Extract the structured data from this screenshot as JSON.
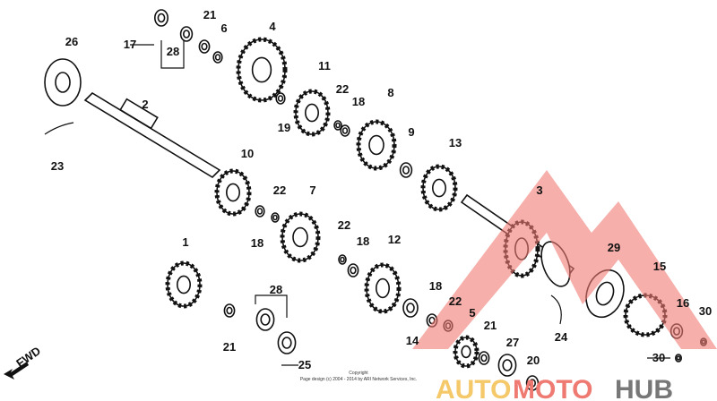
{
  "diagram": {
    "part_labels": [
      "26",
      "17",
      "28",
      "21",
      "6",
      "4",
      "2",
      "23",
      "11",
      "22",
      "18",
      "19",
      "8",
      "9",
      "13",
      "10",
      "22",
      "7",
      "18",
      "22",
      "18",
      "12",
      "1",
      "28",
      "21",
      "25",
      "3",
      "29",
      "15",
      "16",
      "30",
      "30",
      "18",
      "22",
      "5",
      "14",
      "21",
      "27",
      "20",
      "24"
    ],
    "direction_label": "FWD",
    "copyright_title": "Copyright",
    "copyright_text": "Page design (c) 2004 - 2014 by ARI Network Services, Inc."
  },
  "watermark": {
    "text_auto": "AUTO",
    "text_moto": "MOTO",
    "text_hub": "HUB",
    "colors": {
      "triangle": "#f07a72",
      "auto": "#f5c86a",
      "moto": "#ee7a72",
      "hub": "#777777"
    }
  }
}
